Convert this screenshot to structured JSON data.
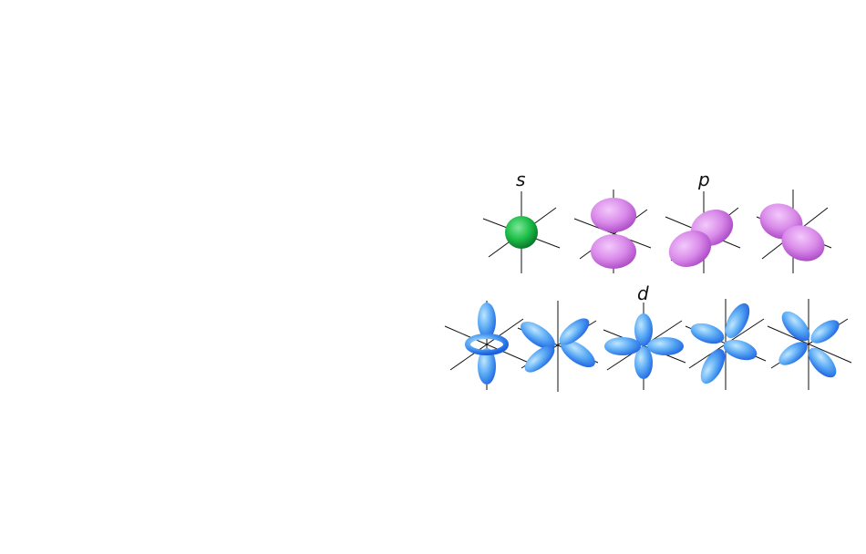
{
  "labels": {
    "s": "s",
    "p": "p",
    "d": "d"
  },
  "colors": {
    "s_light": "#7ee69a",
    "s_mid": "#1fc04a",
    "s_dark": "#0b7a2a",
    "p_light": "#f3c9fb",
    "p_mid": "#d98ae9",
    "p_dark": "#a945c4",
    "d_light": "#bfe6ff",
    "d_mid": "#5aaaf5",
    "d_dark": "#1b5fe0",
    "axis": "#111111"
  }
}
